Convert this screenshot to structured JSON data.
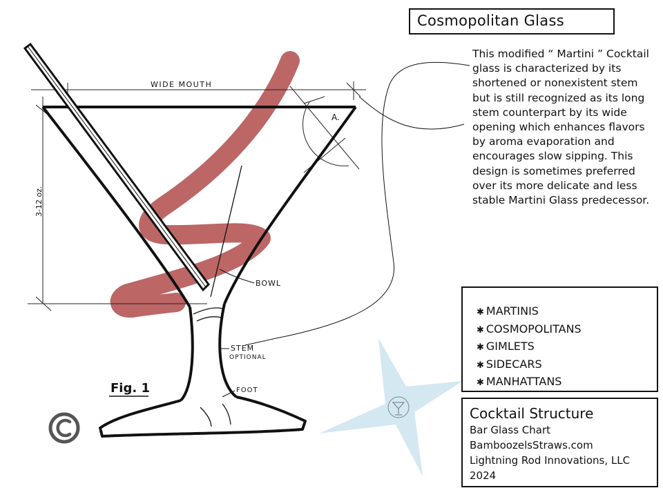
{
  "title": "Cosmopolitan Glass",
  "description": "This modified “ Martini ” Cocktail glass is characterized by its shortened or nonexistent stem but is still recognized as its long stem counterpart by its wide opening which enhances flavors by aroma evaporation and encourages slow sipping. This design is sometimes preferred over its more delicate and less stable Martini Glass predecessor.",
  "diagram_labels": {
    "wide_mouth": "WIDE MOUTH",
    "capacity": "3-12 oz.",
    "angle": "A.",
    "bowl": "BOWL",
    "stem_line1": "STEM",
    "stem_line2": "OPTIONAL",
    "foot": "FOOT",
    "figure": "Fig. 1"
  },
  "uses": [
    "MARTINIS",
    "COSMOPOLITANS",
    "GIMLETS",
    "SIDECARS",
    "MANHATTANS"
  ],
  "credits": {
    "heading": "Cocktail Structure",
    "line1": "Bar Glass Chart",
    "line2": "BamboozelsStraws.com",
    "line3": "Lightning Rod Innovations, LLC 2024"
  },
  "copyright_symbol": "©",
  "colors": {
    "ink": "#111111",
    "swoosh": "#b85e5e",
    "star": "#d3e8f0"
  },
  "icons": [
    "copyright-icon",
    "star-logo-icon",
    "straw-icon"
  ]
}
